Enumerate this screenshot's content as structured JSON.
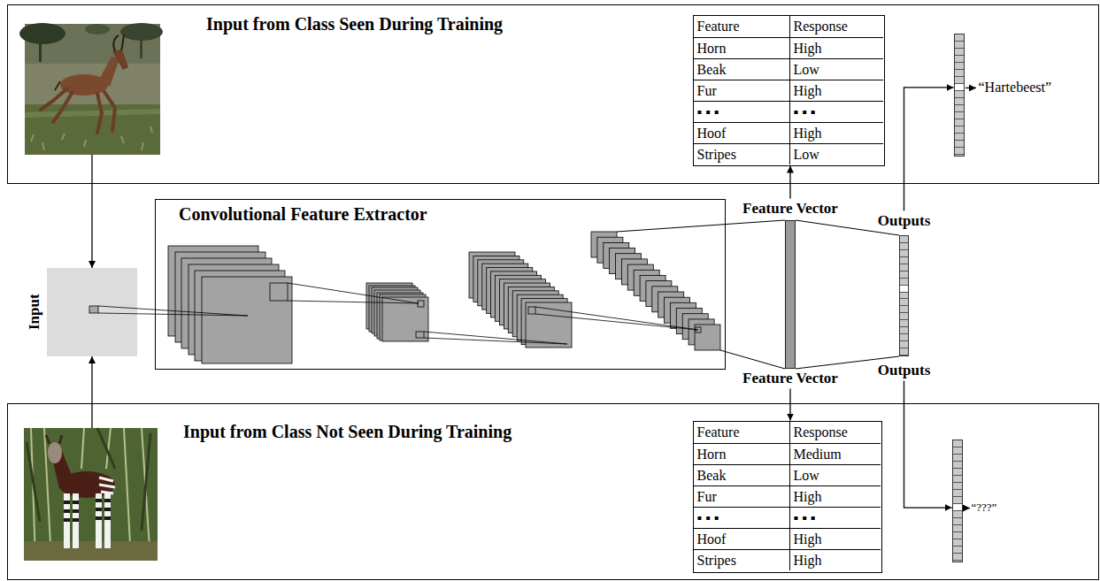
{
  "diagram": {
    "nodes": [
      {
        "text": [
          "Input from Class Seen During Training"
        ]
      },
      {
        "text": [
          "Feature",
          "Response",
          "Horn",
          "High",
          "Beak",
          "Low",
          "Fur",
          "High",
          "▪ ▪ ▪",
          "▪ ▪ ▪",
          "Hoof",
          "High",
          "Stripes",
          "Low"
        ],
        "in": 0
      },
      {
        "text": [
          "“Hartebeest”"
        ],
        "in": 0
      },
      {
        "text": [
          "Input"
        ]
      },
      {
        "text": [
          "Convolutional Feature Extractor"
        ]
      },
      {
        "text": [
          "Feature Vector",
          "Feature Vector"
        ]
      },
      {
        "text": [
          "Outputs",
          "Outputs"
        ]
      },
      {
        "text": [
          "Input from Class Not Seen During Training"
        ]
      },
      {
        "text": [
          "Feature",
          "Response",
          "Horn",
          "Medium",
          "Beak",
          "Low",
          "Fur",
          "High",
          "▪ ▪ ▪",
          "▪ ▪ ▪",
          "Hoof",
          "High",
          "Stripes",
          "High"
        ],
        "in": 7
      },
      {
        "text": [
          "“???”"
        ],
        "in": 7
      }
    ],
    "edges": [
      {
        "from": 0,
        "to": 3,
        "arrow": "to"
      },
      {
        "from": 7,
        "to": 3,
        "arrow": "to"
      },
      {
        "from": 4,
        "to": 5,
        "arrow": "none"
      },
      {
        "from": 5,
        "to": 1,
        "arrow": "to"
      },
      {
        "from": 5,
        "to": 8,
        "arrow": "to"
      },
      {
        "from": 5,
        "to": 6,
        "arrow": "none"
      },
      {
        "from": 6,
        "to": 2,
        "arrow": "to"
      },
      {
        "from": 6,
        "to": 9,
        "arrow": "to"
      }
    ]
  }
}
